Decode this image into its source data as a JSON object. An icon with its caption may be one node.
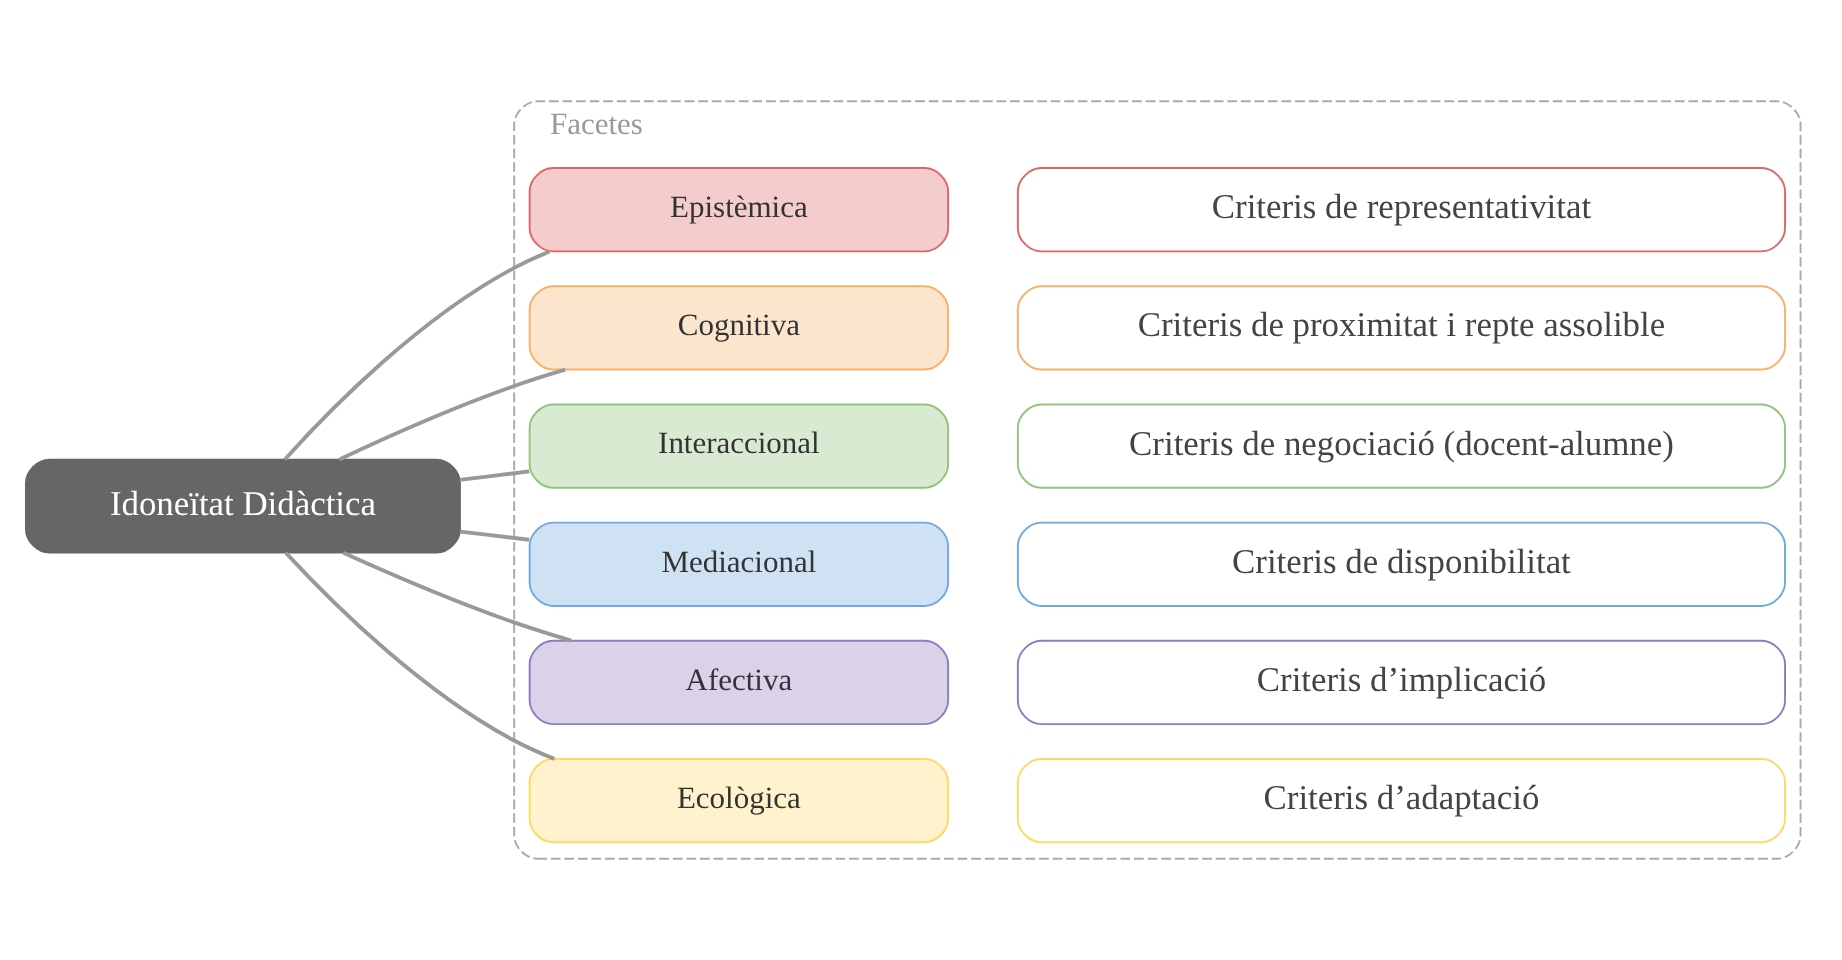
{
  "diagram": {
    "nodes": [
      {
        "text": [
          "Idoneïtat Didàctica"
        ]
      },
      {
        "text": [
          "Facetes"
        ]
      },
      {
        "text": [
          "Epistèmica"
        ],
        "in": 1
      },
      {
        "text": [
          "Criteris de representativitat"
        ],
        "in": 1
      },
      {
        "text": [
          "Cognitiva"
        ],
        "in": 1
      },
      {
        "text": [
          "Criteris de proximitat i repte assolible"
        ],
        "in": 1
      },
      {
        "text": [
          "Interaccional"
        ],
        "in": 1
      },
      {
        "text": [
          "Criteris de negociació (docent-alumne)"
        ],
        "in": 1
      },
      {
        "text": [
          "Mediacional"
        ],
        "in": 1
      },
      {
        "text": [
          "Criteris de disponibilitat"
        ],
        "in": 1
      },
      {
        "text": [
          "Afectiva"
        ],
        "in": 1
      },
      {
        "text": [
          "Criteris d’implicació"
        ],
        "in": 1
      },
      {
        "text": [
          "Ecològica"
        ],
        "in": 1
      },
      {
        "text": [
          "Criteris d’adaptació"
        ],
        "in": 1
      }
    ],
    "edges": [
      {
        "from": 0,
        "to": 2,
        "arrow": "none"
      },
      {
        "from": 0,
        "to": 4,
        "arrow": "none"
      },
      {
        "from": 0,
        "to": 6,
        "arrow": "none"
      },
      {
        "from": 0,
        "to": 8,
        "arrow": "none"
      },
      {
        "from": 0,
        "to": 10,
        "arrow": "none"
      },
      {
        "from": 0,
        "to": 12,
        "arrow": "none"
      }
    ]
  }
}
